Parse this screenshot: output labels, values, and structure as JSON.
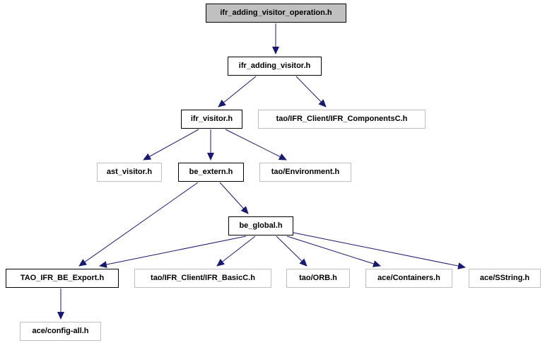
{
  "diagram": {
    "type": "include-dependency-graph",
    "root_file": "ifr_adding_visitor_operation.h",
    "colors": {
      "background": "#ffffff",
      "arrow": "#191970",
      "linked_node_border": "#000000",
      "plain_node_border": "#c0c0c0",
      "node_fill": "#ffffff",
      "root_node_fill": "#c0c0c0",
      "text": "#000000"
    },
    "nodes": [
      {
        "label": "ifr_adding_visitor_operation.h",
        "style": "root",
        "linked": false
      },
      {
        "label": "ifr_adding_visitor.h",
        "style": "linked",
        "linked": true
      },
      {
        "label": "ifr_visitor.h",
        "style": "linked",
        "linked": true
      },
      {
        "label": "tao/IFR_Client/IFR_ComponentsC.h",
        "style": "plain",
        "linked": false
      },
      {
        "label": "ast_visitor.h",
        "style": "plain",
        "linked": false
      },
      {
        "label": "be_extern.h",
        "style": "linked",
        "linked": true
      },
      {
        "label": "tao/Environment.h",
        "style": "plain",
        "linked": false
      },
      {
        "label": "be_global.h",
        "style": "linked",
        "linked": true
      },
      {
        "label": "TAO_IFR_BE_Export.h",
        "style": "linked",
        "linked": true
      },
      {
        "label": "tao/IFR_Client/IFR_BasicC.h",
        "style": "plain",
        "linked": false
      },
      {
        "label": "tao/ORB.h",
        "style": "plain",
        "linked": false
      },
      {
        "label": "ace/Containers.h",
        "style": "plain",
        "linked": false
      },
      {
        "label": "ace/SString.h",
        "style": "plain",
        "linked": false
      },
      {
        "label": "ace/config-all.h",
        "style": "plain",
        "linked": false
      }
    ],
    "edges": [
      {
        "from": "ifr_adding_visitor_operation.h",
        "to": "ifr_adding_visitor.h"
      },
      {
        "from": "ifr_adding_visitor.h",
        "to": "ifr_visitor.h"
      },
      {
        "from": "ifr_adding_visitor.h",
        "to": "tao/IFR_Client/IFR_ComponentsC.h"
      },
      {
        "from": "ifr_visitor.h",
        "to": "ast_visitor.h"
      },
      {
        "from": "ifr_visitor.h",
        "to": "be_extern.h"
      },
      {
        "from": "ifr_visitor.h",
        "to": "tao/Environment.h"
      },
      {
        "from": "be_extern.h",
        "to": "TAO_IFR_BE_Export.h"
      },
      {
        "from": "be_extern.h",
        "to": "be_global.h"
      },
      {
        "from": "be_global.h",
        "to": "TAO_IFR_BE_Export.h"
      },
      {
        "from": "be_global.h",
        "to": "tao/IFR_Client/IFR_BasicC.h"
      },
      {
        "from": "be_global.h",
        "to": "tao/ORB.h"
      },
      {
        "from": "be_global.h",
        "to": "ace/Containers.h"
      },
      {
        "from": "be_global.h",
        "to": "ace/SString.h"
      },
      {
        "from": "TAO_IFR_BE_Export.h",
        "to": "ace/config-all.h"
      }
    ]
  }
}
